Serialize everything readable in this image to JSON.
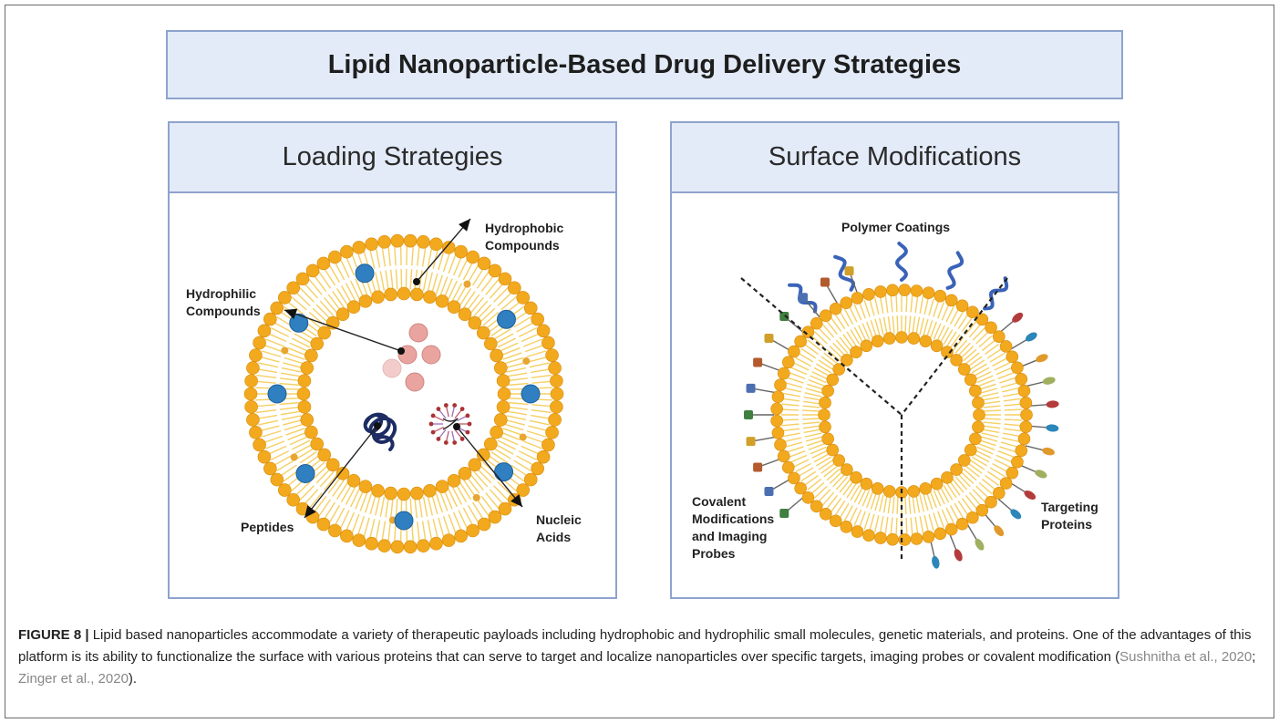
{
  "title": "Lipid Nanoparticle-Based Drug Delivery Strategies",
  "left_panel": {
    "heading": "Loading Strategies",
    "labels": {
      "hydrophobic_line1": "Hydrophobic",
      "hydrophobic_line2": "Compounds",
      "hydrophilic_line1": "Hydrophilic",
      "hydrophilic_line2": "Compounds",
      "peptides": "Peptides",
      "nucleic_line1": "Nucleic",
      "nucleic_line2": "Acids"
    }
  },
  "right_panel": {
    "heading": "Surface Modifications",
    "labels": {
      "polymer": "Polymer Coatings",
      "covalent_line1": "Covalent",
      "covalent_line2": "Modifications",
      "covalent_line3": "and Imaging",
      "covalent_line4": "Probes",
      "targeting_line1": "Targeting",
      "targeting_line2": "Proteins"
    }
  },
  "caption": {
    "figure_label": "FIGURE 8 |",
    "text_1": " Lipid based nanoparticles accommodate a variety of therapeutic payloads including hydrophobic and hydrophilic small molecules, genetic materials, and proteins. One of the advantages of this platform is its ability to functionalize the surface with various proteins that can serve to target and localize nanoparticles over specific targets, imaging probes or covalent modification (",
    "ref_1": "Sushnitha et al., 2020",
    "sep": "; ",
    "ref_2": "Zinger et al., 2020",
    "text_2": ")."
  },
  "colors": {
    "title_fill": "#e3ebf8",
    "border": "#8ea3cd",
    "lipid_head": "#f2a91e",
    "lipid_tail": "#f5cf63",
    "hydrophobic_drug": "#2f7fc1",
    "hydrophilic_drug": "#e79b96",
    "peptide": "#1d2d63"
  }
}
